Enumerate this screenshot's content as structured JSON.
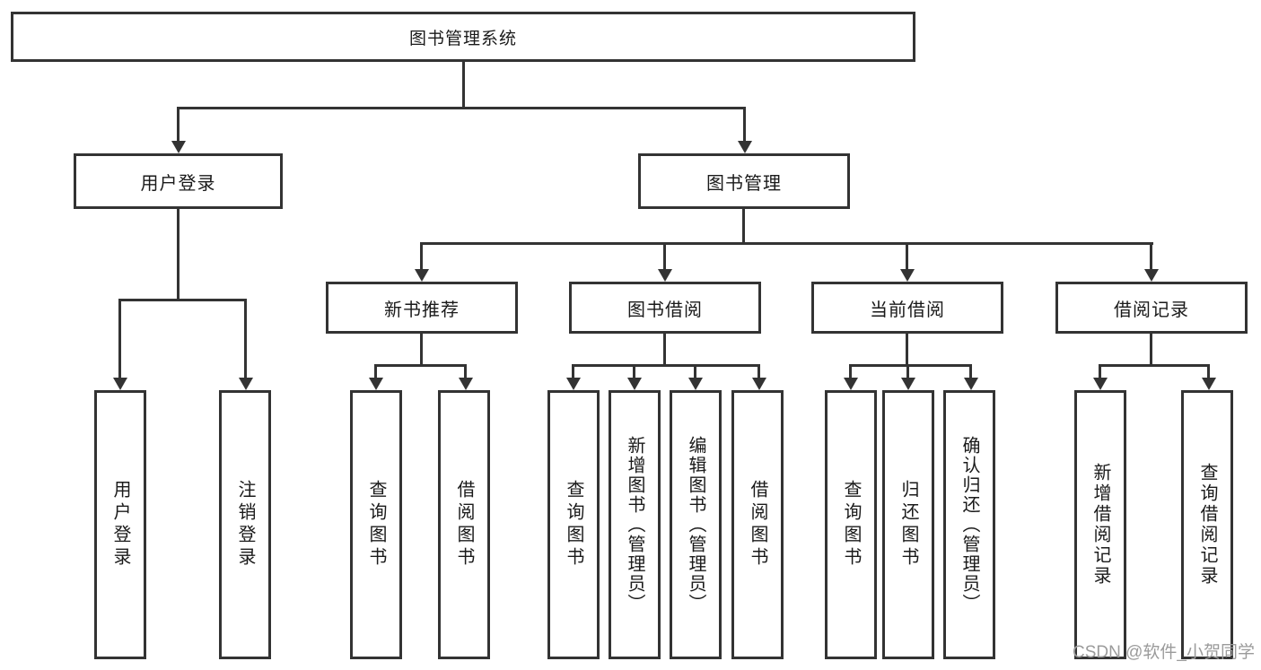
{
  "diagram": {
    "title_node": {
      "label": "图书管理系统"
    },
    "level2": [
      {
        "label": "用户登录"
      },
      {
        "label": "图书管理"
      }
    ],
    "level3": [
      {
        "label": "新书推荐"
      },
      {
        "label": "图书借阅"
      },
      {
        "label": "当前借阅"
      },
      {
        "label": "借阅记录"
      }
    ],
    "leaves": {
      "user_login": [
        {
          "label": "用户登录"
        },
        {
          "label": "注销登录"
        }
      ],
      "new_book_recommend": [
        {
          "label": "查询图书"
        },
        {
          "label": "借阅图书"
        }
      ],
      "book_borrow": [
        {
          "label": "查询图书"
        },
        {
          "label": "新增图书（管理员）"
        },
        {
          "label": "编辑图书（管理员）"
        },
        {
          "label": "借阅图书"
        }
      ],
      "current_borrow": [
        {
          "label": "查询图书"
        },
        {
          "label": "归还图书"
        },
        {
          "label": "确认归还（管理员）"
        }
      ],
      "borrow_records": [
        {
          "label": "新增借阅记录"
        },
        {
          "label": "查询借阅记录"
        }
      ]
    },
    "colors": {
      "line": "#333333",
      "border": "#333333",
      "text": "#1a1a1a",
      "background": "#ffffff"
    }
  },
  "watermark": {
    "text": "CSDN @软件_小贺同学",
    "color": "#9b9b9b"
  }
}
